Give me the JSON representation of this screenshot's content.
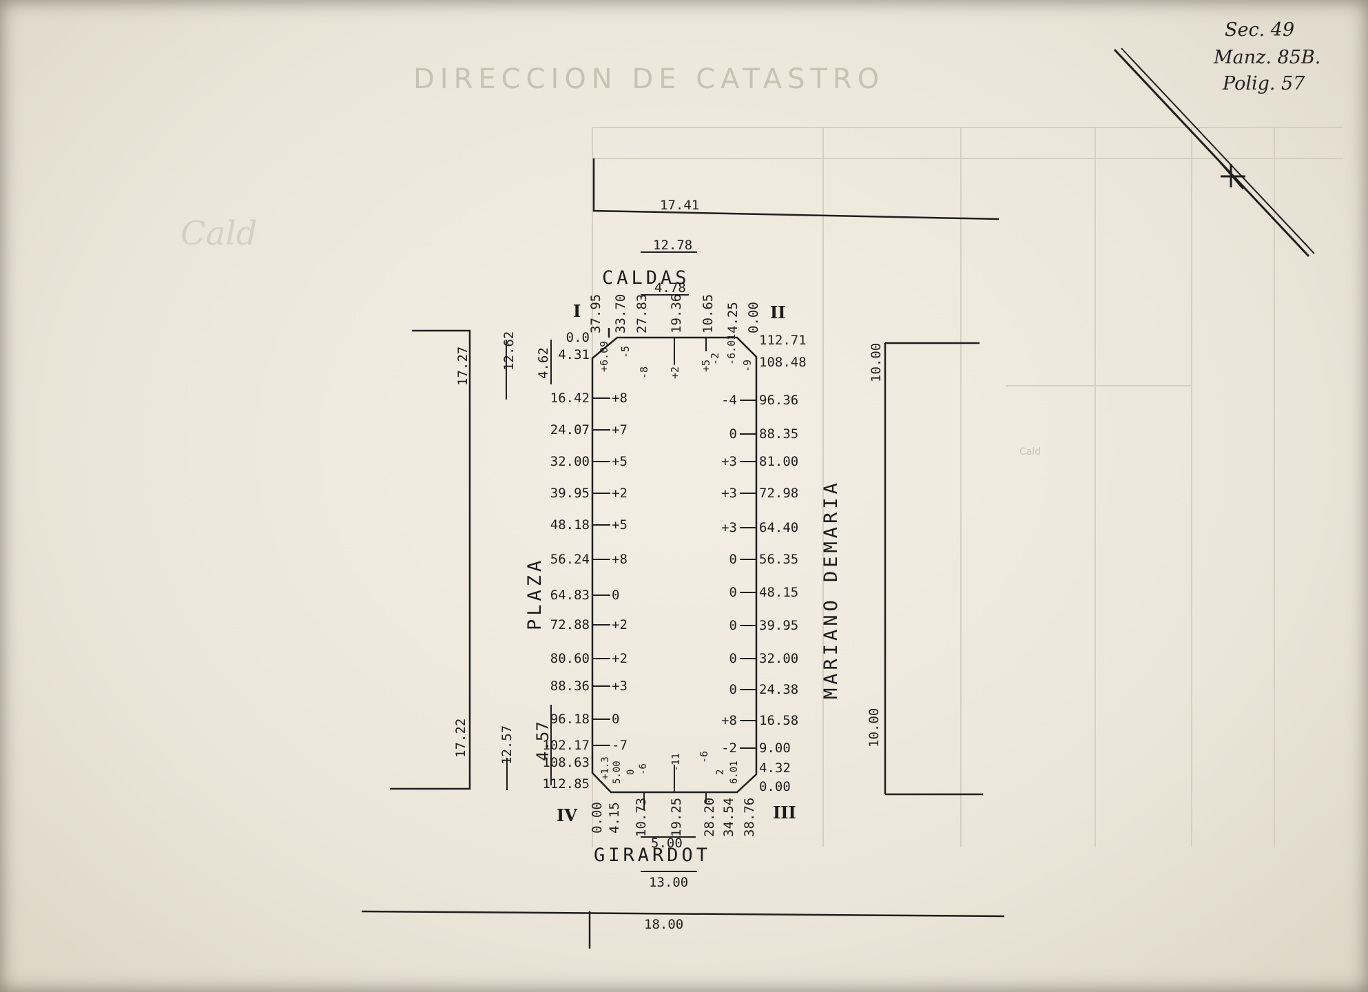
{
  "header": {
    "faded_title": "DIRECCION DE CATASTRO"
  },
  "reference": {
    "sec": "Sec. 49",
    "manz": "Manz. 85B.",
    "polig": "Polig. 57"
  },
  "faded_note": "Cald",
  "streets": {
    "top": "CALDAS",
    "bottom": "GIRARDOT",
    "left": "PLAZA",
    "right": "MARIANO DEMARIA"
  },
  "corners": {
    "I": "I",
    "II": "II",
    "III": "III",
    "IV": "IV"
  },
  "dimensions": {
    "top_outer": "17.41",
    "top_inner": "12.78",
    "top_chord": "4.78",
    "bottom_chord": "5.00",
    "bottom_inner": "13.00",
    "bottom_outer": "18.00",
    "left_outer_top": "17.27",
    "left_mid_top": "12.62",
    "left_inner_top": "4.62",
    "left_outer_bottom": "17.22",
    "left_mid_bottom": "12.57",
    "left_inner_bottom": "4.57",
    "right_top": "10.00",
    "right_bottom": "10.00"
  },
  "top_chainage": [
    "37.95",
    "33.70",
    "27.83",
    "19.36",
    "10.65",
    "4.25",
    "0.00"
  ],
  "top_offsets": [
    "+6.09",
    "-5",
    "-8",
    "+2",
    "+5",
    "-2",
    "-6.01",
    "-9"
  ],
  "bottom_chainage": [
    "0.00",
    "4.15",
    "10.73",
    "19.25",
    "28.20",
    "34.54",
    "38.76"
  ],
  "bottom_offsets": [
    "+1.3",
    "5.00",
    "0",
    "-6",
    "-11",
    "-6",
    "2",
    "6.01"
  ],
  "left_rows": [
    {
      "ch": "0.0",
      "off": ""
    },
    {
      "ch": "4.31",
      "off": ""
    },
    {
      "ch": "16.42",
      "off": "+8"
    },
    {
      "ch": "24.07",
      "off": "+7"
    },
    {
      "ch": "32.00",
      "off": "+5"
    },
    {
      "ch": "39.95",
      "off": "+2"
    },
    {
      "ch": "48.18",
      "off": "+5"
    },
    {
      "ch": "56.24",
      "off": "+8"
    },
    {
      "ch": "64.83",
      "off": "0"
    },
    {
      "ch": "72.88",
      "off": "+2"
    },
    {
      "ch": "80.60",
      "off": "+2"
    },
    {
      "ch": "88.36",
      "off": "+3"
    },
    {
      "ch": "96.18",
      "off": "0"
    },
    {
      "ch": "102.17",
      "off": "-7"
    },
    {
      "ch": "108.63",
      "off": ""
    },
    {
      "ch": "112.85",
      "off": ""
    }
  ],
  "right_rows": [
    {
      "ch": "112.71",
      "off": ""
    },
    {
      "ch": "108.48",
      "off": ""
    },
    {
      "ch": "96.36",
      "off": "-4"
    },
    {
      "ch": "88.35",
      "off": "0"
    },
    {
      "ch": "81.00",
      "off": "+3"
    },
    {
      "ch": "72.98",
      "off": "+3"
    },
    {
      "ch": "64.40",
      "off": "+3"
    },
    {
      "ch": "56.35",
      "off": "0"
    },
    {
      "ch": "48.15",
      "off": "0"
    },
    {
      "ch": "39.95",
      "off": "0"
    },
    {
      "ch": "32.00",
      "off": "0"
    },
    {
      "ch": "24.38",
      "off": "0"
    },
    {
      "ch": "16.58",
      "off": "+8"
    },
    {
      "ch": "9.00",
      "off": "-2"
    },
    {
      "ch": "4.32",
      "off": ""
    },
    {
      "ch": "0.00",
      "off": ""
    }
  ]
}
